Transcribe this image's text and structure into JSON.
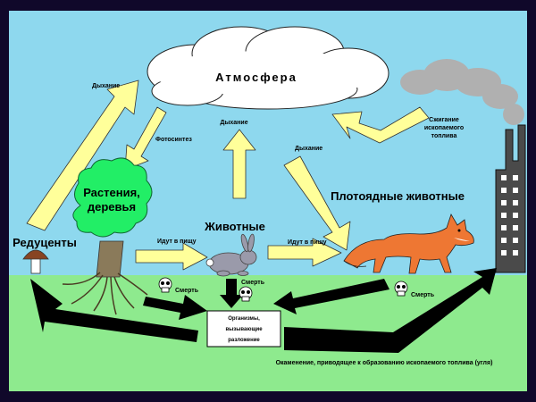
{
  "labels": {
    "atmosphere": "Атмосфера",
    "plants_line1": "Растения,",
    "plants_line2": "деревья",
    "animals": "Животные",
    "carnivores": "Плотоядные животные",
    "decomposers": "Редуценты",
    "respiration_left": "Дыхание",
    "photosynthesis": "Фотосинтез",
    "respiration_mid": "Дыхание",
    "respiration_right": "Дыхание",
    "combustion_line1": "Сжигание",
    "combustion_line2": "ископаемого",
    "combustion_line3": "топлива",
    "food_1": "Идут в пищу",
    "food_2": "Идут в пищу",
    "death_1": "Смерть",
    "death_2": "Смерть",
    "death_3": "Смерть",
    "decomp_line1": "Организмы,",
    "decomp_line2": "вызывающие",
    "decomp_line3": "разложение",
    "fossilization": "Окаменение, приводящее к образованию ископаемого топлива (угля)"
  },
  "colors": {
    "sky": "#8ed8ee",
    "ground": "#8eea8e",
    "cloud": "#ffffff",
    "yellow_arrow": "#ffff9a",
    "black_arrow": "#000000",
    "tree_crown": "#22ee66",
    "fox": "#ee7733",
    "smoke": "#b0b0b0",
    "factory": "#4a4a4a"
  },
  "icons": {
    "skull": "skull-icon",
    "mushroom": "mushroom-icon",
    "rabbit": "rabbit-icon",
    "fox": "fox-icon",
    "tree": "tree-icon",
    "factory": "factory-icon",
    "cloud": "cloud-icon",
    "smoke": "smoke-icon"
  }
}
